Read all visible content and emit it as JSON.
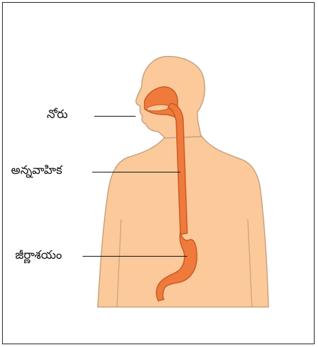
{
  "colors": {
    "skin": "#fbc99a",
    "skin_outline": "#c9a07e",
    "tract": "#ef7a3c",
    "tract_outline": "#c85a24",
    "border": "#222222"
  },
  "labels": {
    "mouth": "నోరు",
    "esophagus": "అన్నవాహిక",
    "stomach": "జీర్ణాశయం"
  }
}
